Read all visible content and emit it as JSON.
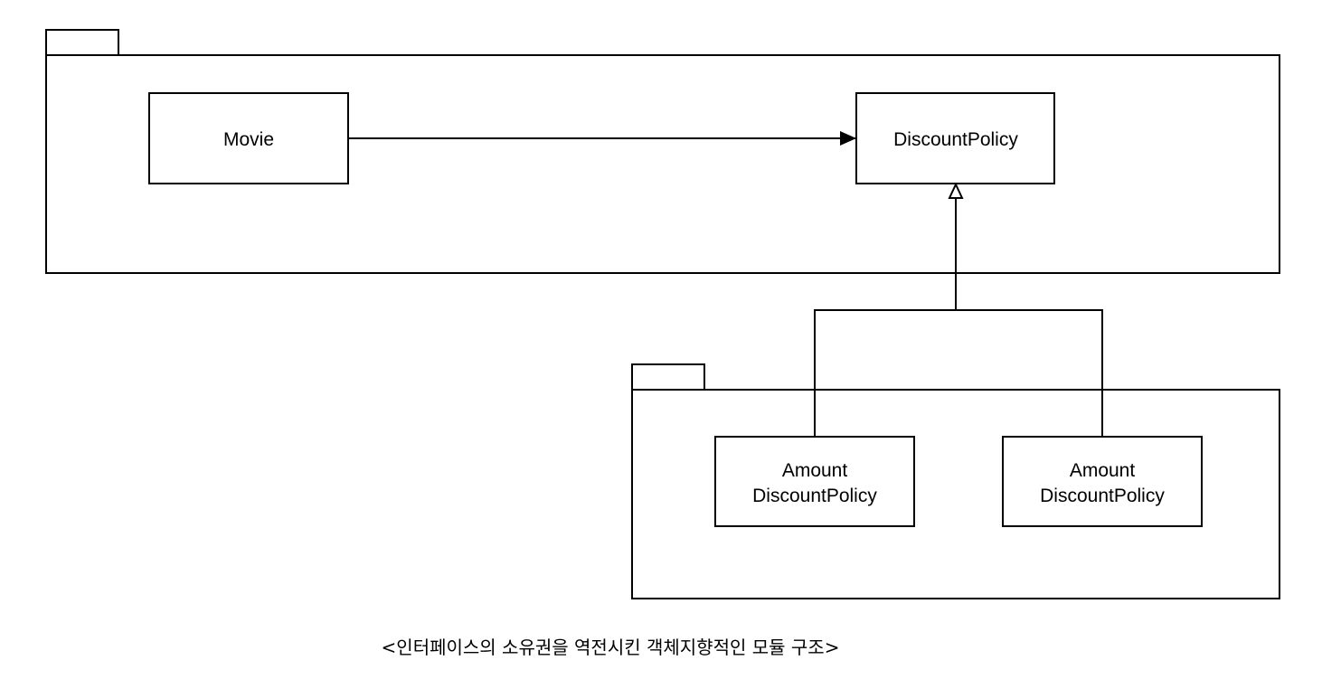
{
  "diagram": {
    "classes": {
      "movie": {
        "lines": [
          "Movie"
        ]
      },
      "discount_policy": {
        "lines": [
          "DiscountPolicy"
        ]
      },
      "amount_policy_left": {
        "lines": [
          "Amount",
          "DiscountPolicy"
        ]
      },
      "amount_policy_right": {
        "lines": [
          "Amount",
          "DiscountPolicy"
        ]
      }
    },
    "relations": [
      {
        "type": "dependency",
        "from": "Movie",
        "to": "DiscountPolicy"
      },
      {
        "type": "generalization",
        "from": "Amount DiscountPolicy",
        "to": "DiscountPolicy"
      },
      {
        "type": "generalization",
        "from": "Amount DiscountPolicy",
        "to": "DiscountPolicy"
      }
    ]
  },
  "caption": "<인터페이스의 소유권을 역전시킨 객체지향적인 모듈 구조>",
  "colors": {
    "line": "#000000",
    "background": "#ffffff"
  }
}
